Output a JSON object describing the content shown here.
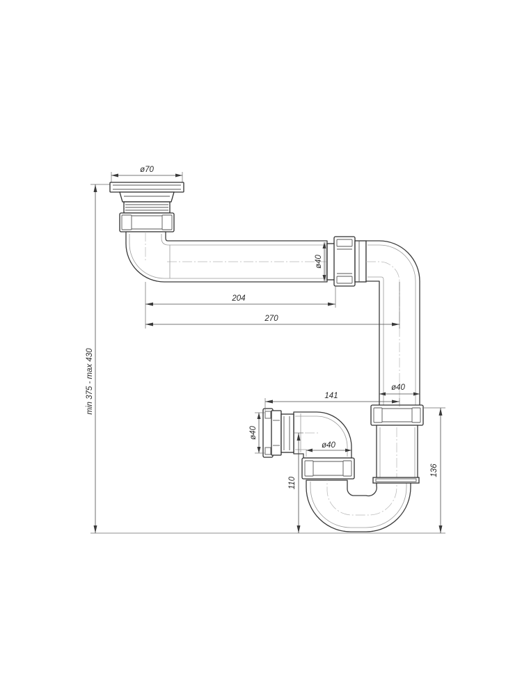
{
  "dimensions": {
    "drain_diameter": "ø70",
    "upper_pipe_diameter": "ø40",
    "riser_pipe_diameter": "ø40",
    "inlet_diameter": "ø40",
    "trap_diameter": "ø40",
    "length_204": "204",
    "length_270": "270",
    "length_141": "141",
    "height_110": "110",
    "height_136": "136",
    "total_height": "min 375 - max 430"
  },
  "colors": {
    "line": "#3a3a3a",
    "background": "#ffffff"
  }
}
